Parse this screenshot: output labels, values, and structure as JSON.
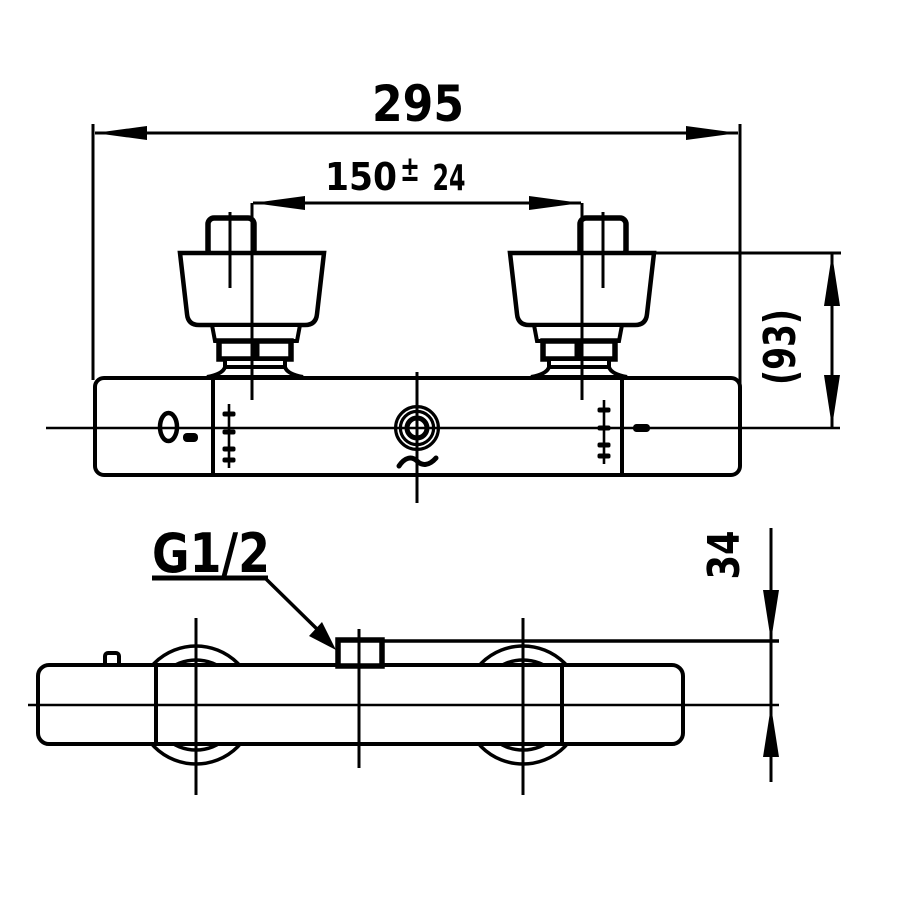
{
  "drawing": {
    "labels": {
      "overall_width": "295",
      "center_distance": "150",
      "plus_minus": "±",
      "tolerance": "24",
      "height_reference": "(93)",
      "outlet_distance": "34",
      "thread_size": "G1/2"
    },
    "colors": {
      "line": "#000000",
      "background": "#ffffff"
    }
  }
}
